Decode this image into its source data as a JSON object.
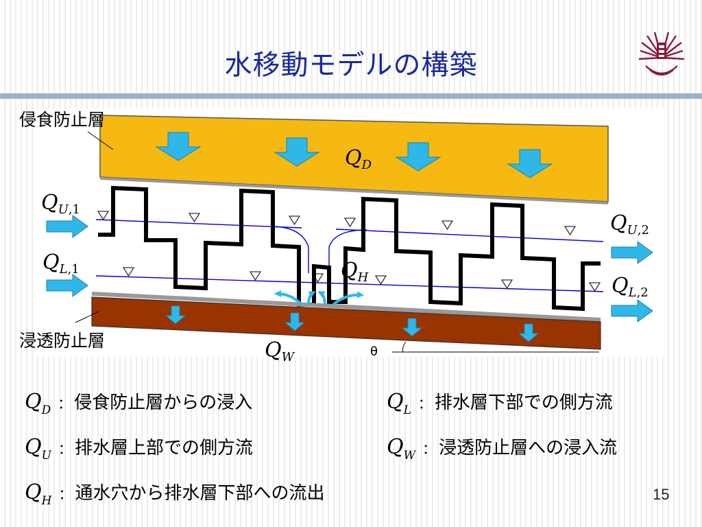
{
  "slide": {
    "title": "水移動モデルの構築",
    "page_number": "15"
  },
  "diagram": {
    "erosion_layer_label": "侵食防止層",
    "seepage_layer_label": "浸透防止層",
    "theta_label": "θ",
    "flows": {
      "QD": {
        "symbol": "Q",
        "subscript": "D"
      },
      "QU1": {
        "symbol": "Q",
        "subscript": "U",
        "index": ",1"
      },
      "QL1": {
        "symbol": "Q",
        "subscript": "L",
        "index": ",1"
      },
      "QU2": {
        "symbol": "Q",
        "subscript": "U",
        "index": ",2"
      },
      "QL2": {
        "symbol": "Q",
        "subscript": "L",
        "index": ",2"
      },
      "QH": {
        "symbol": "Q",
        "subscript": "H"
      },
      "QW": {
        "symbol": "Q",
        "subscript": "W"
      }
    }
  },
  "legend": [
    {
      "symbol": "Q",
      "subscript": "D",
      "colon": "：",
      "text": "侵食防止層からの浸入"
    },
    {
      "symbol": "Q",
      "subscript": "L",
      "colon": "：",
      "text": "排水層下部での側方流"
    },
    {
      "symbol": "Q",
      "subscript": "U",
      "colon": "：",
      "text": "排水層上部での側方流"
    },
    {
      "symbol": "Q",
      "subscript": "W",
      "colon": "：",
      "text": "浸透防止層への浸入流"
    },
    {
      "symbol": "Q",
      "subscript": "H",
      "colon": "：",
      "text": "通水穴から排水層下部への流出"
    }
  ],
  "colors": {
    "title": "#1a2a99",
    "erosion_layer": "#f5b912",
    "seepage_layer": "#993300",
    "arrow": "#2fb7ea",
    "water_line": "#0000cc"
  }
}
